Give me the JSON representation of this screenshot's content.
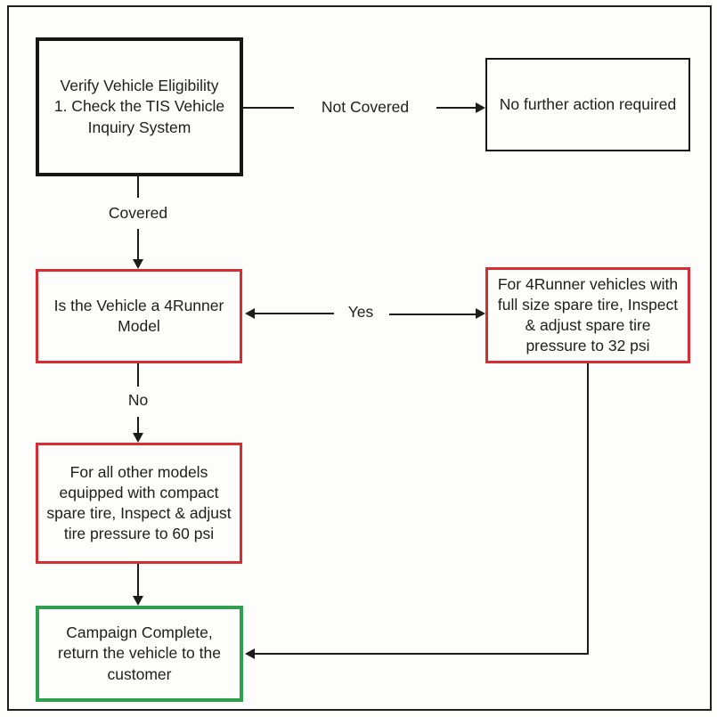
{
  "colors": {
    "frame_border": "#1f1f1f",
    "default_box_border": "#161616",
    "decision_box_border": "#d92b32",
    "complete_box_border": "#2fa04e",
    "connector_line": "#1c1c1c",
    "background": "#fdfdfc"
  },
  "nodes": {
    "verify": {
      "text": "Verify Vehicle Eligibility\n1. Check the TIS Vehicle Inquiry System"
    },
    "no_action": {
      "text": "No further action required"
    },
    "is_4runner": {
      "text": "Is the Vehicle a 4Runner Model"
    },
    "spare32": {
      "text": "For 4Runner vehicles with full size spare tire, Inspect & adjust spare tire pressure to 32 psi"
    },
    "spare60": {
      "text": "For all other models equipped with compact spare tire, Inspect & adjust tire pressure to 60 psi"
    },
    "complete": {
      "text": "Campaign Complete, return the vehicle to the customer"
    }
  },
  "edges": {
    "not_covered": {
      "label": "Not Covered"
    },
    "covered": {
      "label": "Covered"
    },
    "yes": {
      "label": "Yes"
    },
    "no": {
      "label": "No"
    }
  }
}
